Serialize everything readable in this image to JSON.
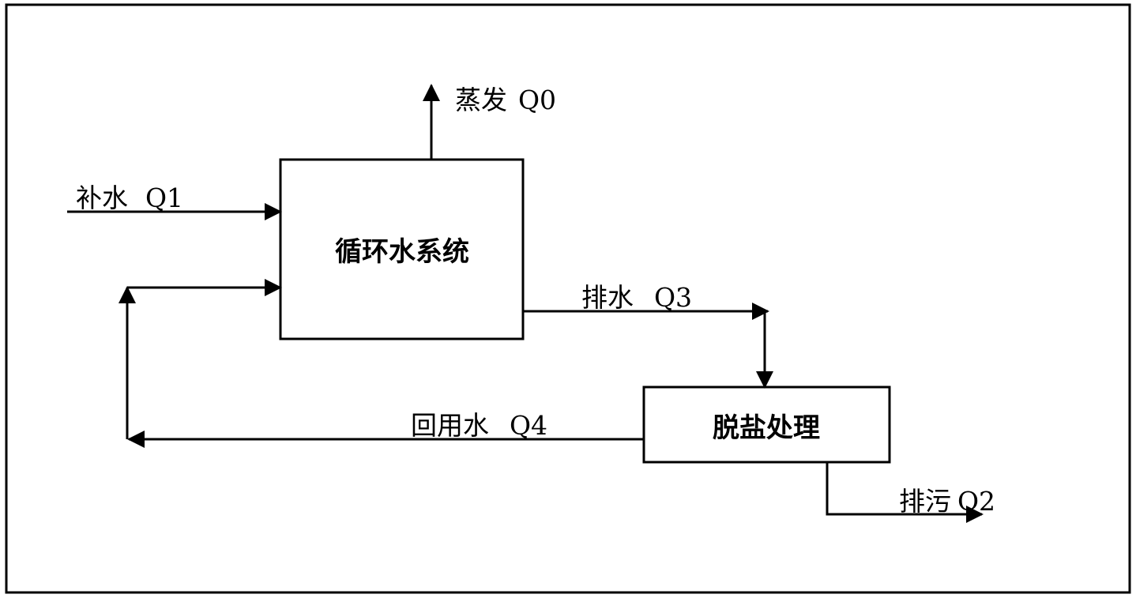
{
  "diagram": {
    "nodes": {
      "circulation": {
        "label": "循环水系统"
      },
      "desalination": {
        "label": "脱盐处理"
      }
    },
    "flows": {
      "evaporation": {
        "label": "蒸发",
        "code": "Q0"
      },
      "makeup": {
        "label": "补水",
        "code": "Q1"
      },
      "discharge": {
        "label": "排水",
        "code": "Q3"
      },
      "reuse": {
        "label": "回用水",
        "code": "Q4"
      },
      "blowdown": {
        "label": "排污",
        "code": "Q2"
      }
    }
  }
}
